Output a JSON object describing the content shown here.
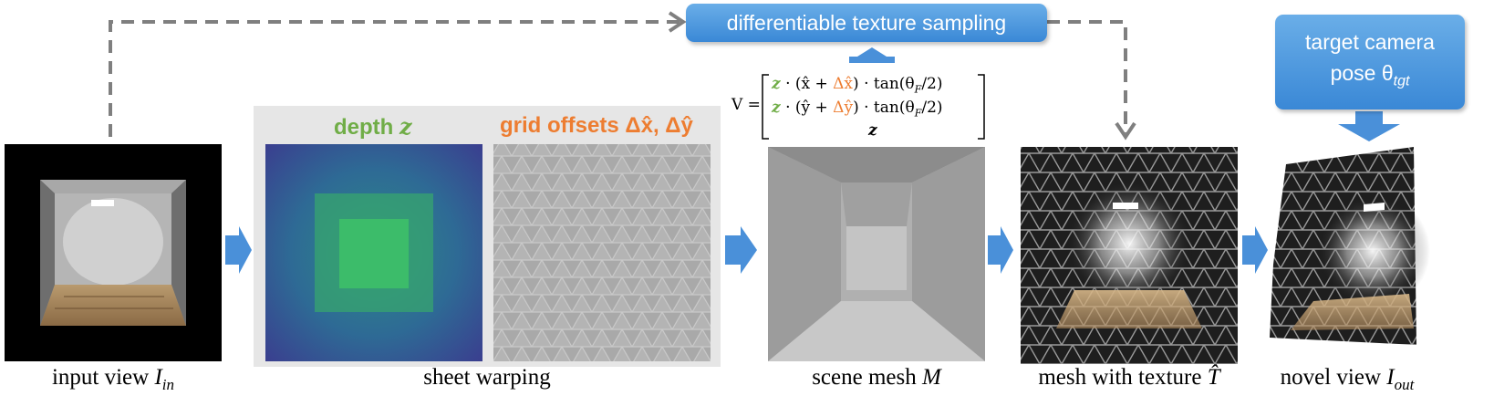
{
  "boxes": {
    "sampling": "differentiable texture sampling",
    "camera_line1": "target camera",
    "camera_line2": "pose θ",
    "camera_sub": "tgt"
  },
  "captions": {
    "input_text": "input view ",
    "input_var": "I",
    "input_sub": "in",
    "sheet": "sheet warping",
    "mesh_text": "scene mesh ",
    "mesh_var": "M",
    "texture_text": "mesh with texture ",
    "texture_var": "T̂",
    "novel_text": "novel view ",
    "novel_var": "I",
    "novel_sub": "out"
  },
  "sublabels": {
    "depth_text": "depth ",
    "depth_var": "z",
    "offsets_text": "grid offsets Δx̂, Δŷ"
  },
  "formula": {
    "lhs": "V =",
    "z": "z",
    "row1_a": "· (x̂  + ",
    "row1_d": "Δx̂",
    "row1_b": ") · tan(θ",
    "row1_sub": "F",
    "row1_c": "/2)",
    "row2_a": "· (ŷ  + ",
    "row2_d": "Δŷ",
    "row2_b": ") · tan(θ",
    "row2_sub": "F",
    "row2_c": "/2)",
    "row3": "z"
  },
  "colors": {
    "arrow_blue": "#4a90d9",
    "green": "#70ad47",
    "orange": "#ed7d31",
    "dash_gray": "#7f7f7f"
  }
}
